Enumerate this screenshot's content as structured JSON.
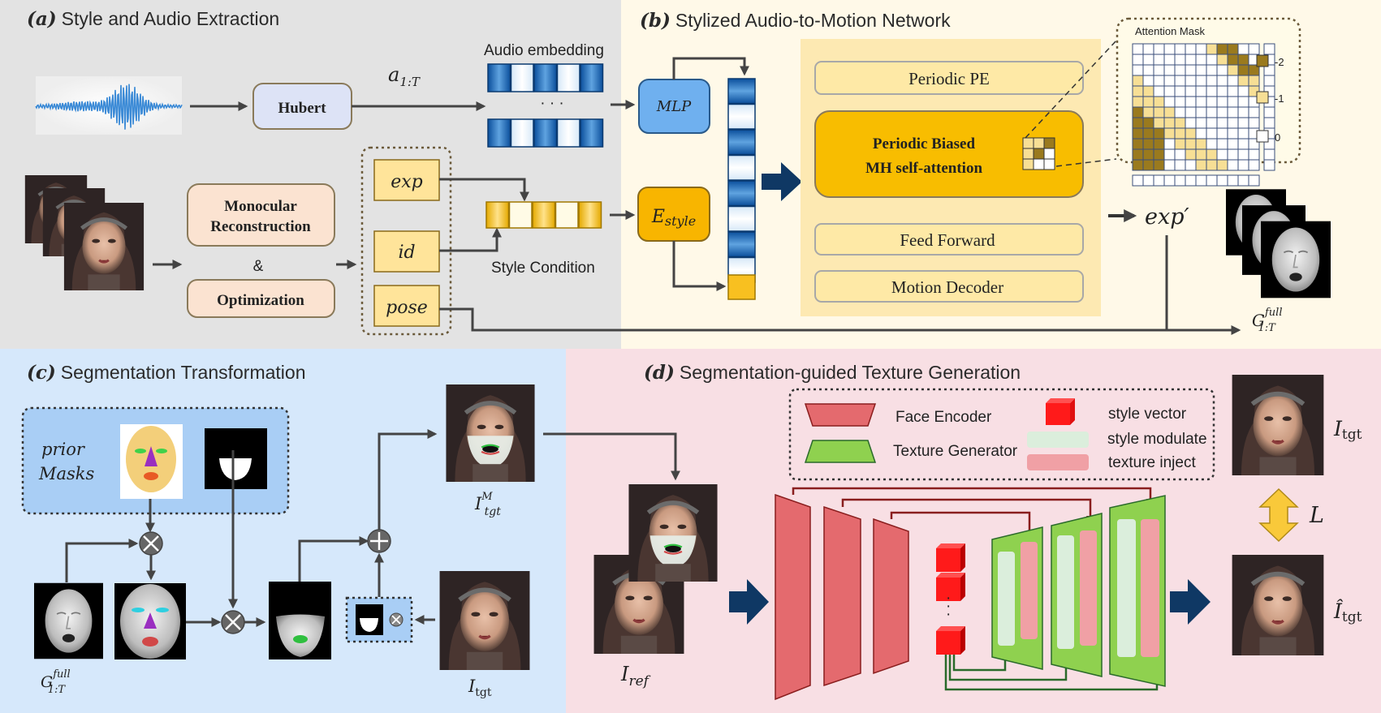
{
  "sections": {
    "a": {
      "letter": "(a)",
      "title": "Style and Audio Extraction"
    },
    "b": {
      "letter": "(b)",
      "title": "Stylized Audio-to-Motion Network"
    },
    "c": {
      "letter": "(c)",
      "title": "Segmentation Transformation"
    },
    "d": {
      "letter": "(d)",
      "title": "Segmentation-guided Texture Generation"
    }
  },
  "section_a": {
    "hubert": "Hubert",
    "a_sub": "a",
    "a_range": "1:T",
    "audio_embedding": "Audio embedding",
    "mono_line1": "Monocular",
    "mono_line2": "Reconstruction",
    "ampersand": "&",
    "optimization": "Optimization",
    "exp": "exp",
    "id": "id",
    "pose": "pose",
    "style_condition": "Style Condition",
    "ellipsis": "· · ·"
  },
  "section_b": {
    "mlp": "MLP",
    "estyle_e": "E",
    "estyle_sub": "style",
    "periodic_pe": "Periodic  PE",
    "attn_line1": "Periodic Biased",
    "attn_line2": "MH self-attention",
    "feed_forward": "Feed Forward",
    "motion_decoder": "Motion Decoder",
    "exp_prime": "exp′",
    "attention_mask": "Attention Mask",
    "legend": [
      "-2",
      "-1",
      "0"
    ],
    "g_full_main": "G",
    "g_full_sup": "full",
    "g_full_sub": "1:T",
    "colors": {
      "dark": "#9a7a1e",
      "light": "#f7df95",
      "white": "#ffffff"
    }
  },
  "section_c": {
    "prior_line1": "prior",
    "prior_line2": "Masks",
    "i_m_main": "I",
    "i_m_sup": "M",
    "i_m_sub": "tgt",
    "g_full_main": "G",
    "g_full_sup": "full",
    "g_full_sub": "1:T",
    "i_tgt_main": "I",
    "i_tgt_sub": "tgt"
  },
  "section_d": {
    "legend_face_encoder": "Face Encoder",
    "legend_texture_generator": "Texture Generator",
    "legend_style_vector": "style vector",
    "legend_style_modulate": "style modulate",
    "legend_texture_inject": "texture inject",
    "i_ref_main": "I",
    "i_ref_sub": "ref",
    "i_tgt_main": "I",
    "i_tgt_sub": "tgt",
    "loss": "L",
    "ihat_main": "Î",
    "ihat_sub": "tgt"
  }
}
